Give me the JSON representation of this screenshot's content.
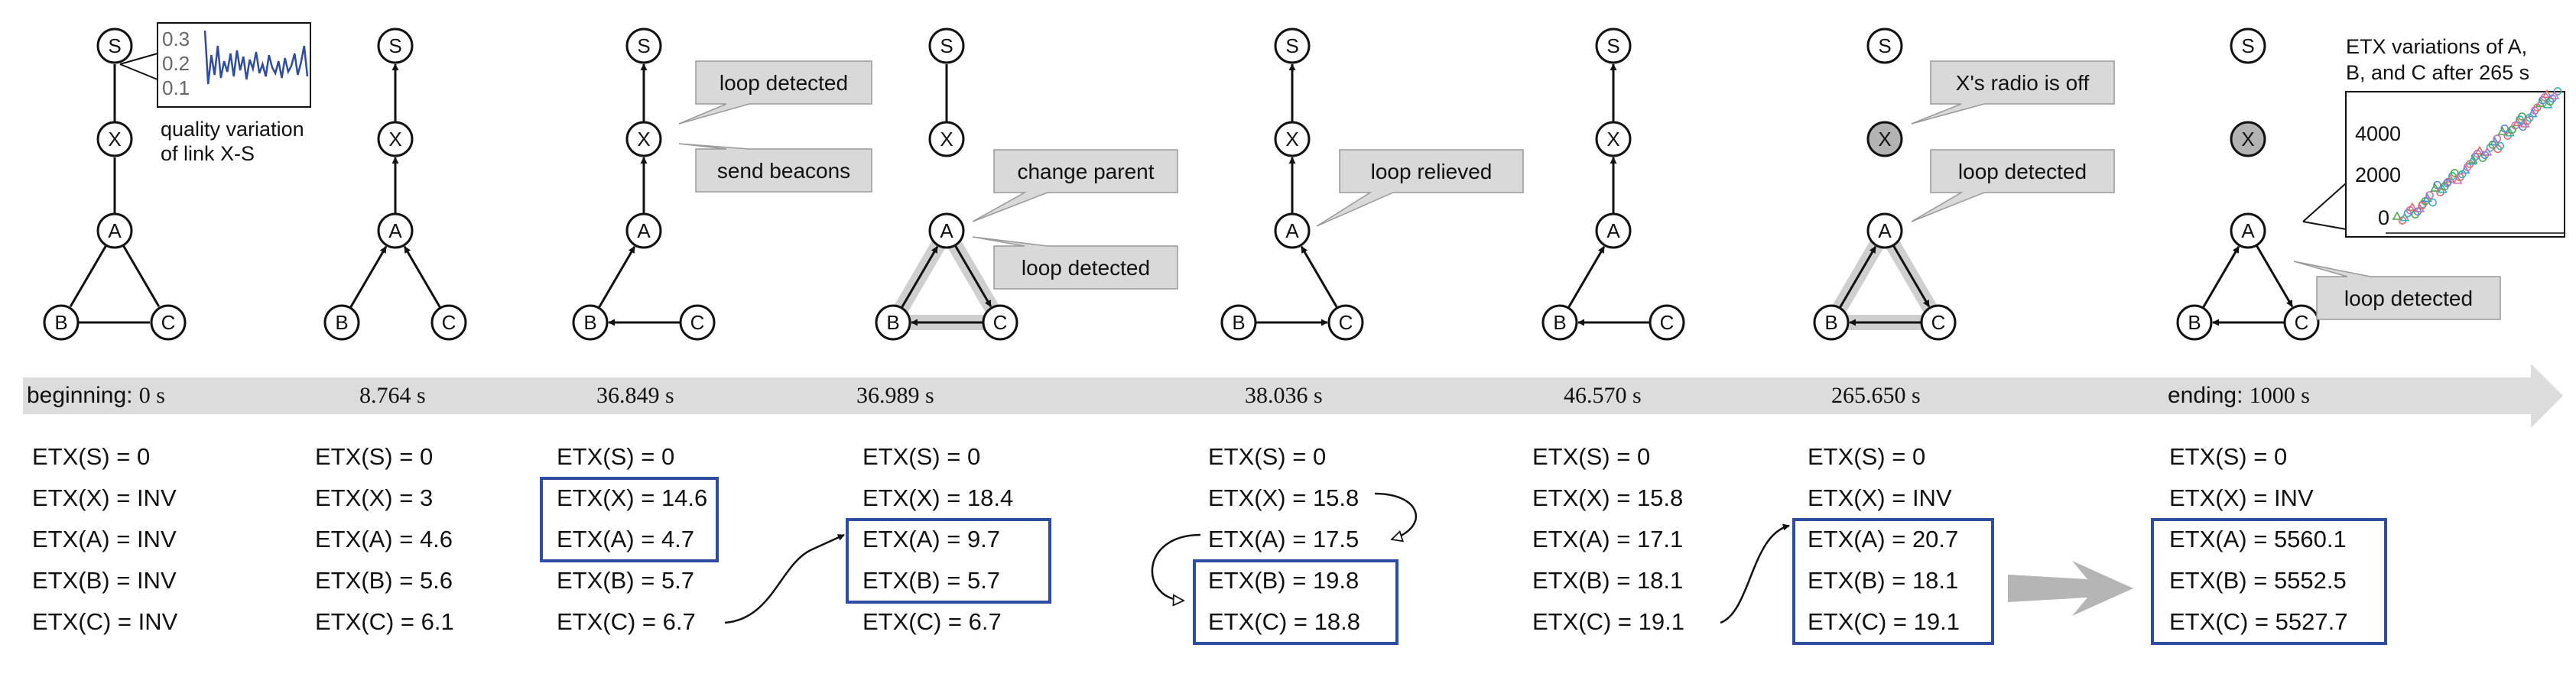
{
  "nodes": {
    "S": "S",
    "X": "X",
    "A": "A",
    "B": "B",
    "C": "C"
  },
  "inset_quality": {
    "ticks": [
      "0.3",
      "0.2",
      "0.1"
    ],
    "caption_line1": "quality variation",
    "caption_line2": "of link X-S"
  },
  "inset_etx": {
    "title_line1": "ETX variations of A,",
    "title_line2": "B, and C after 265 s",
    "ticks": [
      "4000",
      "2000",
      "0"
    ]
  },
  "callouts": {
    "loop_detected": "loop detected",
    "send_beacons": "send beacons",
    "change_parent": "change parent",
    "loop_relieved": "loop relieved",
    "radio_off": "X's radio is off"
  },
  "timeline": [
    {
      "prefix": "beginning: ",
      "time": "0 s"
    },
    {
      "prefix": "",
      "time": "8.764 s"
    },
    {
      "prefix": "",
      "time": "36.849 s"
    },
    {
      "prefix": "",
      "time": "36.989 s"
    },
    {
      "prefix": "",
      "time": "38.036 s"
    },
    {
      "prefix": "",
      "time": "46.570 s"
    },
    {
      "prefix": "",
      "time": "265.650 s"
    },
    {
      "prefix": "ending: ",
      "time": "1000 s"
    }
  ],
  "etx_columns": [
    [
      "ETX(S) = 0",
      "ETX(X) = INV",
      "ETX(A) = INV",
      "ETX(B) = INV",
      "ETX(C) = INV"
    ],
    [
      "ETX(S) = 0",
      "ETX(X) = 3",
      "ETX(A) = 4.6",
      "ETX(B) = 5.6",
      "ETX(C) = 6.1"
    ],
    [
      "ETX(S) = 0",
      "ETX(X) = 14.6",
      "ETX(A) = 4.7",
      "ETX(B) = 5.7",
      "ETX(C) = 6.7"
    ],
    [
      "ETX(S) = 0",
      "ETX(X) = 18.4",
      "ETX(A) = 9.7",
      "ETX(B) = 5.7",
      "ETX(C) = 6.7"
    ],
    [
      "ETX(S) = 0",
      "ETX(X) = 15.8",
      "ETX(A) = 17.5",
      "ETX(B) = 19.8",
      "ETX(C) = 18.8"
    ],
    [
      "ETX(S) = 0",
      "ETX(X) = 15.8",
      "ETX(A) = 17.1",
      "ETX(B) = 18.1",
      "ETX(C) = 19.1"
    ],
    [
      "ETX(S) = 0",
      "ETX(X) = INV",
      "ETX(A) = 20.7",
      "ETX(B) = 18.1",
      "ETX(C) = 19.1"
    ],
    [
      "ETX(S) = 0",
      "ETX(X) = INV",
      "ETX(A) = 5560.1",
      "ETX(B) = 5552.5",
      "ETX(C) = 5527.7"
    ]
  ],
  "colors": {
    "highlight_box": "#2f4da0",
    "timeline_band": "#dcdcdc",
    "callout_fill": "#d9d9d9",
    "loop_halo": "#cfcfcf",
    "node_off": "#b3b3b3"
  }
}
